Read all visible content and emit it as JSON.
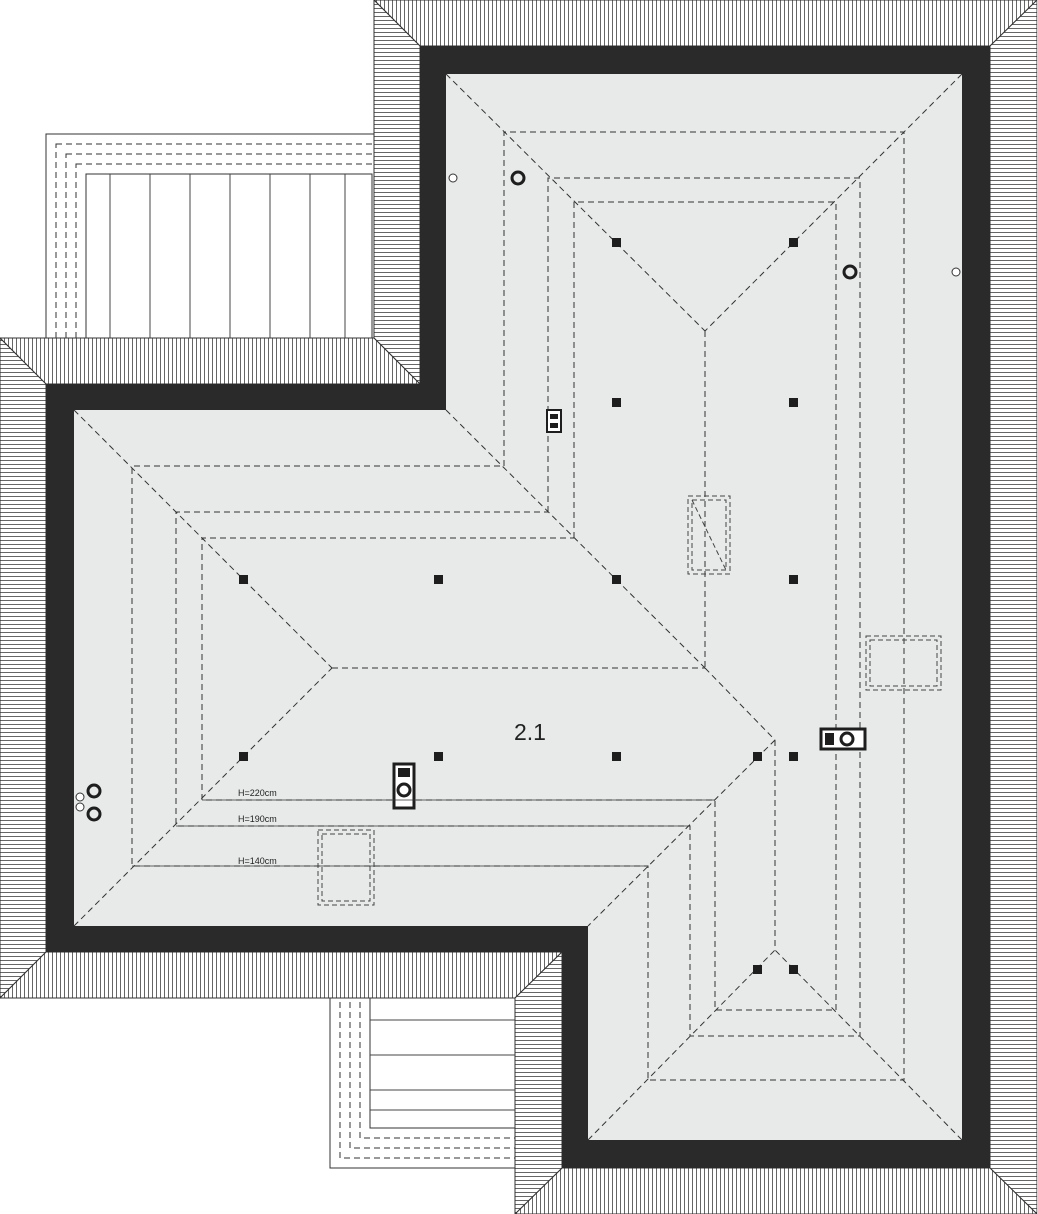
{
  "plan": {
    "room_number": "2.1",
    "heights": [
      {
        "key": "h220",
        "label": "H=220cm"
      },
      {
        "key": "h190",
        "label": "H=190cm"
      },
      {
        "key": "h140",
        "label": "H=140cm"
      }
    ]
  },
  "colors": {
    "wall": "#2a2a2a",
    "floor": "#e8eaea",
    "eave": "#ffffff",
    "eave_stripe": "#555555",
    "line": "#333333"
  }
}
